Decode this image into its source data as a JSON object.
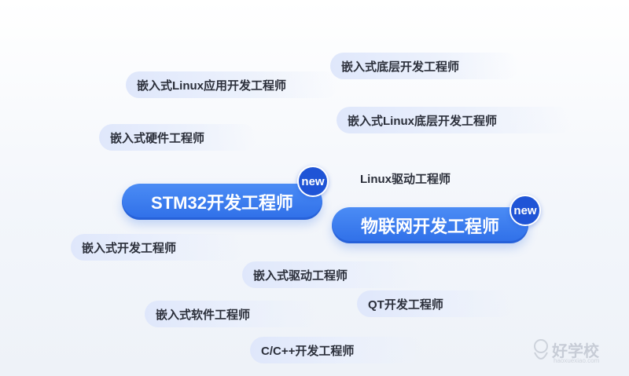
{
  "tags": [
    "嵌入式底层开发工程师",
    "嵌入式Linux应用开发工程师",
    "嵌入式Linux底层开发工程师",
    "嵌入式硬件工程师",
    "Linux驱动工程师",
    "嵌入式开发工程师",
    "嵌入式驱动工程师",
    "QT开发工程师",
    "嵌入式软件工程师",
    "C/C++开发工程师"
  ],
  "featured": [
    {
      "label": "STM32开发工程师",
      "badge": "new"
    },
    {
      "label": "物联网开发工程师",
      "badge": "new"
    }
  ],
  "watermark": {
    "text": "好学校",
    "sub": "haoxuexiao.com"
  },
  "colors": {
    "accent": "#2f6fe8",
    "badge": "#1f54d6",
    "tag_bg": "#dfe7fb"
  }
}
